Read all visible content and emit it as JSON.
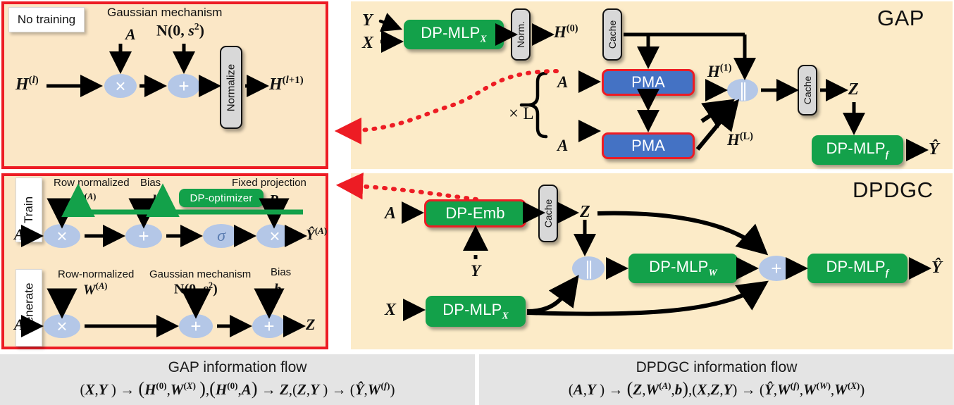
{
  "panels": {
    "gap": {
      "title": "GAP"
    },
    "dpdgc": {
      "title": "DPDGC"
    },
    "no_training_tab": "No training",
    "train_tab": "Train",
    "generate_tab": "Generate"
  },
  "topleft": {
    "gaussian_label": "Gaussian mechanism",
    "noise": "N(0, s²)",
    "a_label": "A",
    "h_in": "H(l)",
    "h_out": "H(l+1)",
    "normalize_chip": "Normalize",
    "op_mul": "×",
    "op_add": "+"
  },
  "gap": {
    "y_input": "Y",
    "x_input": "X",
    "dp_mlp_x": "DP-MLPX",
    "norm_chip": "Norm.",
    "h0": "H(0)",
    "cache_chip": "Cache",
    "cache_chip2": "Cache",
    "a_top": "A",
    "a_bottom": "A",
    "pma_top": "PMA",
    "pma_bottom": "PMA",
    "dots": "…",
    "times_l": "× L",
    "h1": "H(1)",
    "hL": "H(L)",
    "concat": "∥",
    "z": "Z",
    "dp_mlp_f": "DP-MLPf",
    "y_hat": "Ŷ"
  },
  "train_row": {
    "row_normalized": "Row normalized",
    "bias": "Bias",
    "fixed_projection": "Fixed projection",
    "w_a": "W(A)",
    "b": "b",
    "r": "R",
    "dp_optimizer": "DP-optimizer",
    "a_input": "A",
    "op_mul": "×",
    "op_add": "+",
    "op_sigma": "σ",
    "op_mul2": "×",
    "y_hat_a": "Ŷ(A)"
  },
  "generate_row": {
    "row_normalized": "Row-normalized",
    "gaussian": "Gaussian mechanism",
    "bias": "Bias",
    "w_a": "W(A)",
    "noise": "N(0, s²)",
    "b": "b",
    "a_input": "A",
    "op_mul": "×",
    "op_add1": "+",
    "op_add2": "+",
    "z_out": "Z"
  },
  "dpdgc": {
    "a_input": "A",
    "x_input": "X",
    "y_input": "Y",
    "dp_emb": "DP-Emb",
    "cache_chip": "Cache",
    "z": "Z",
    "concat": "∥",
    "dp_mlp_w": "DP-MLPW",
    "dp_mlp_x": "DP-MLPX",
    "op_add": "+",
    "dp_mlp_f": "DP-MLPf",
    "y_hat": "Ŷ"
  },
  "captions": {
    "left": {
      "title": "GAP information flow",
      "formula": "(X, Y ) → (H(0), W(X) ), (H(0), A) → Z, (Z, Y ) → (Ŷ, W(f))"
    },
    "right": {
      "title": "DPDGC information flow",
      "formula": "(A, Y ) → (Z, W(A), b), (X, Z, Y) → (Ŷ, W(f), W(W), W(X))"
    }
  },
  "colors": {
    "panel_bg": "#FCEBC8",
    "green": "#13A14A",
    "blue": "#4472C4",
    "red": "#ED1C24",
    "op_blue": "#B4C7E7",
    "chip_grey": "#D8D8D8",
    "caption_bg": "#E4E4E4"
  }
}
